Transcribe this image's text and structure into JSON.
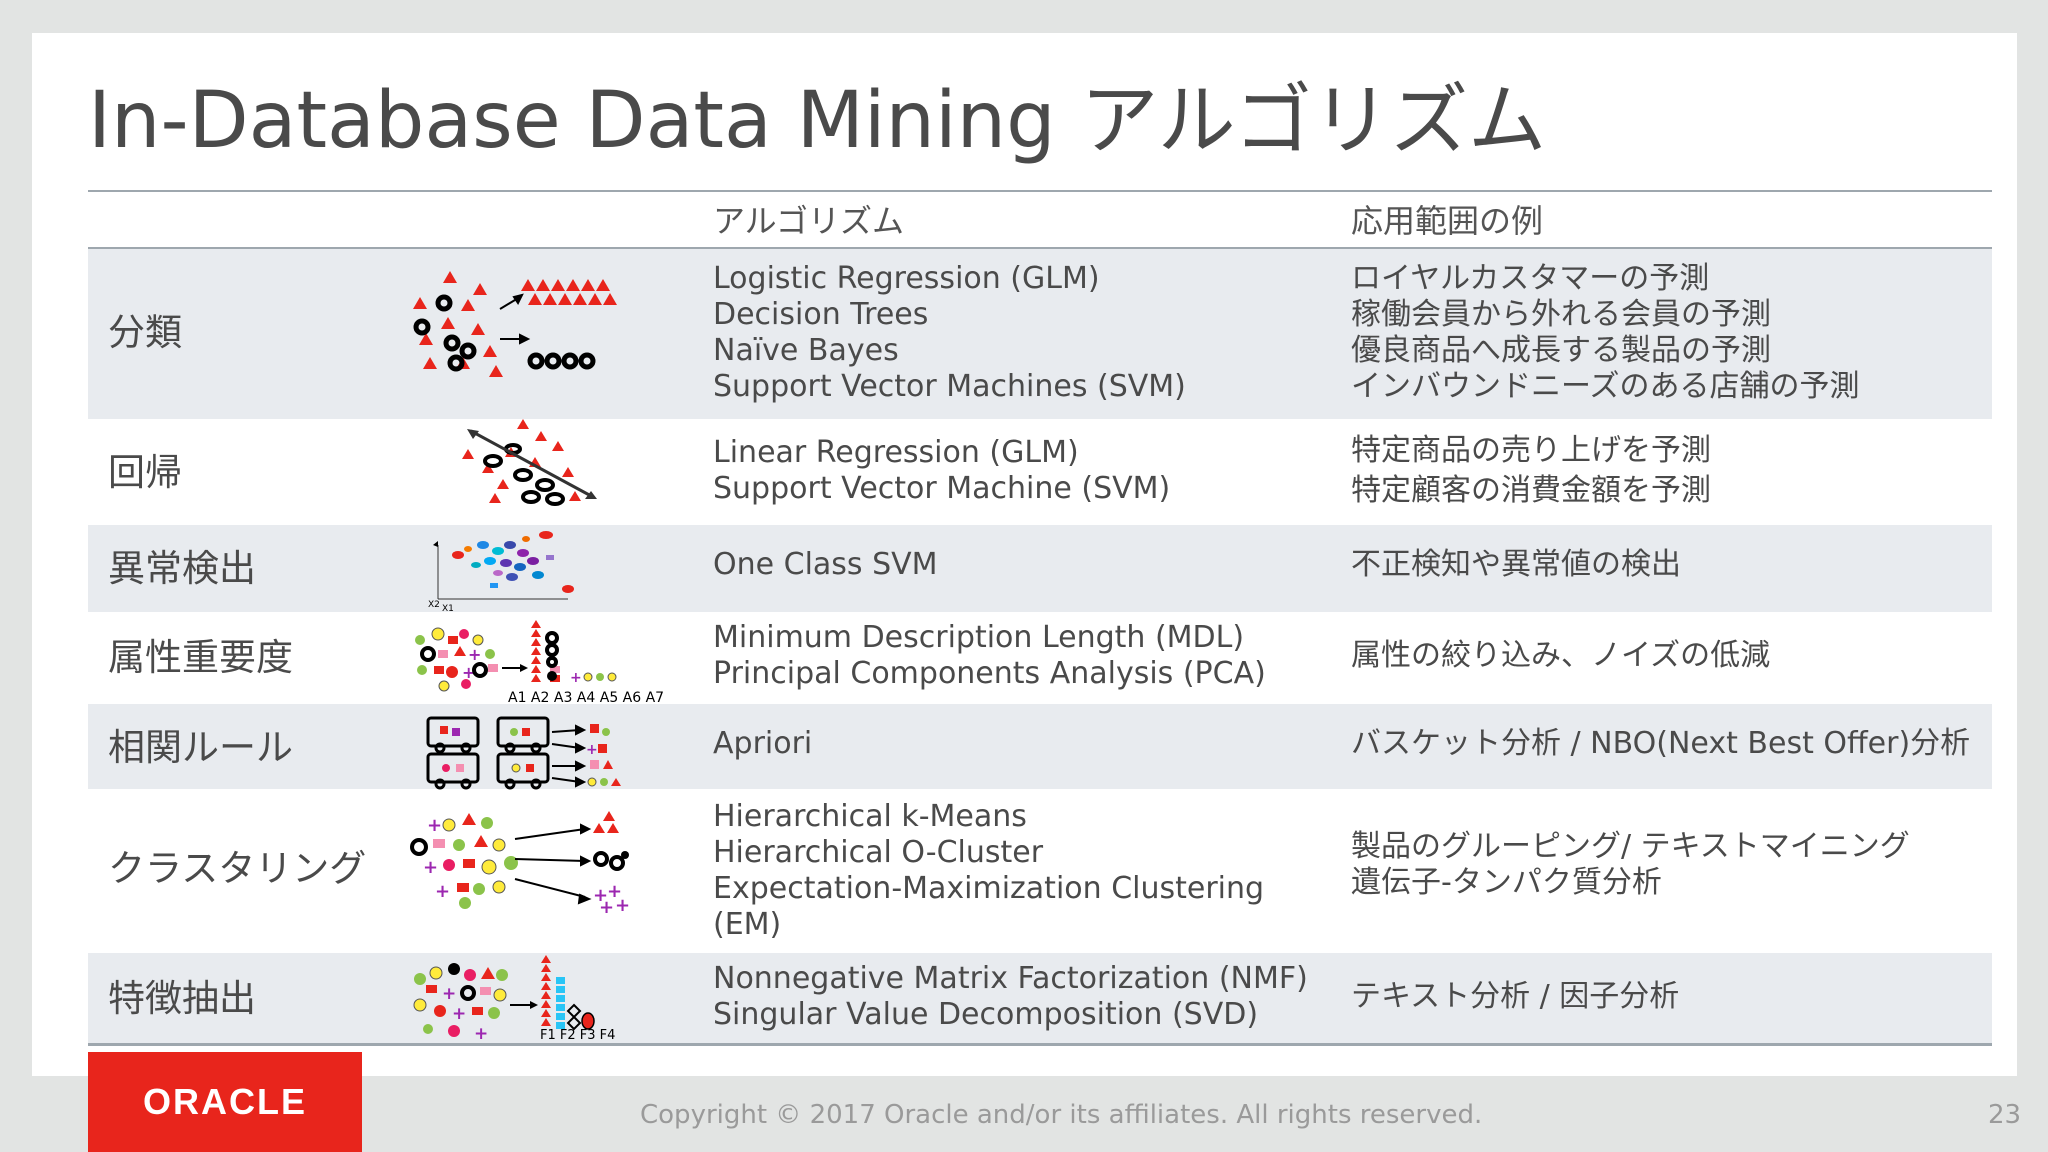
{
  "title": "In-Database Data Mining アルゴリズム",
  "table": {
    "headers": {
      "algorithm": "アルゴリズム",
      "usage": "応用範囲の例"
    },
    "rows": [
      {
        "category": "分類",
        "algorithms": [
          "Logistic Regression (GLM)",
          "Decision Trees",
          "Naïve Bayes",
          "Support Vector Machines (SVM)"
        ],
        "usage": [
          "ロイヤルカスタマーの予測",
          "稼働会員から外れる会員の予測",
          "優良商品へ成長する製品の予測",
          "インバウンドニーズのある店舗の予測"
        ]
      },
      {
        "category": "回帰",
        "algorithms": [
          "Linear Regression (GLM)",
          "Support Vector Machine (SVM)"
        ],
        "usage": [
          "特定商品の売り上げを予測",
          "特定顧客の消費金額を予測"
        ]
      },
      {
        "category": "異常検出",
        "algorithms": [
          "One Class SVM"
        ],
        "usage": [
          "不正検知や異常値の検出"
        ],
        "axis_labels": [
          "X2",
          "X1"
        ]
      },
      {
        "category": "属性重要度",
        "algorithms": [
          "Minimum Description Length (MDL)",
          "Principal Components Analysis (PCA)"
        ],
        "usage": [
          "属性の絞り込み、ノイズの低減"
        ],
        "attr_labels": "A1 A2 A3 A4 A5 A6 A7"
      },
      {
        "category": "相関ルール",
        "algorithms": [
          "Apriori"
        ],
        "usage": [
          "バスケット分析 / NBO(Next Best Offer)分析"
        ]
      },
      {
        "category": "クラスタリング",
        "algorithms": [
          "Hierarchical k-Means",
          "Hierarchical O-Cluster",
          "Expectation-Maximization Clustering (EM)"
        ],
        "usage": [
          "製品のグルーピング/ テキストマイニング",
          "遺伝子-タンパク質分析"
        ]
      },
      {
        "category": "特徴抽出",
        "algorithms": [
          "Nonnegative Matrix Factorization (NMF)",
          "Singular Value Decomposition (SVD)"
        ],
        "usage": [
          "テキスト分析 / 因子分析"
        ],
        "feature_labels": "F1 F2 F3 F4"
      }
    ]
  },
  "footer": {
    "logo": "ORACLE",
    "copyright": "Copyright © 2017 Oracle and/or its affiliates.  All rights reserved.",
    "page_number": "23"
  },
  "colors": {
    "accent_red": "#e8251c",
    "row_shade": "#e8ebef",
    "rule": "#9ea7ae"
  },
  "icons": [
    "classification-icon",
    "regression-icon",
    "anomaly-detection-icon",
    "attribute-importance-icon",
    "association-rules-icon",
    "clustering-icon",
    "feature-extraction-icon"
  ]
}
